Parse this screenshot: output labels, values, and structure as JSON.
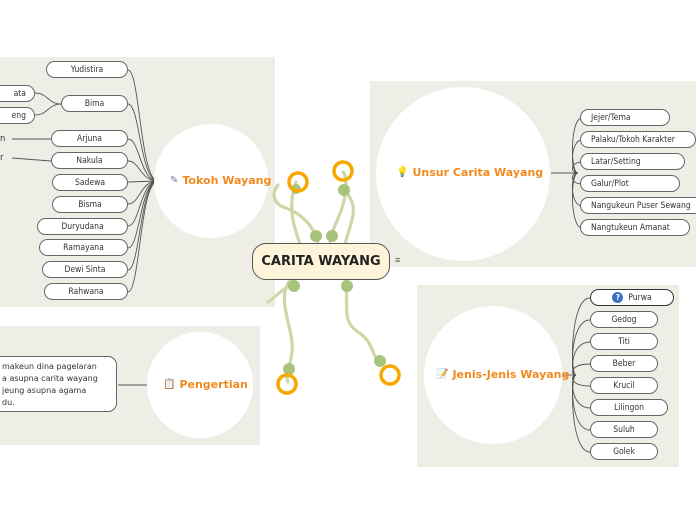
{
  "center": {
    "label": "CARITA WAYANG",
    "menu_icon": "≡"
  },
  "tokoh": {
    "title": "Tokoh Wayang",
    "icon": "document-pencil-icon",
    "items": [
      "Yudistira",
      "Bima",
      "Arjuna",
      "Nakula",
      "Sadewa",
      "Bisma",
      "Duryudana",
      "Ramayana",
      "Dewi Sinta",
      "Rahwana"
    ],
    "sub_bima": [
      "ata",
      "eng"
    ],
    "sub_arjuna": "n",
    "sub_nakula": "r"
  },
  "unsur": {
    "title": "Unsur Carita Wayang",
    "icon": "lightbulb-icon",
    "items": [
      "Jejer/Tema",
      "Palaku/Tokoh Karakter",
      "Latar/Setting",
      "Galur/Plot",
      "Nangukeun Puser Sewang",
      "Nangtukeun Amanat"
    ]
  },
  "jenis": {
    "title": "Jenis-Jenis Wayang",
    "icon": "memo-icon",
    "items": [
      "Purwa",
      "Gedog",
      "Titi",
      "Beber",
      "Krucil",
      "Lilingon",
      "Suluh",
      "Golek"
    ]
  },
  "pengertian": {
    "title": "Pengertian",
    "icon": "clipboard-icon",
    "text_lines": [
      "makeun dina pagelaran",
      "a asupna carita wayang",
      "jeung asupna agama",
      "du."
    ]
  },
  "colors": {
    "accent": "#f08a1d",
    "panel": "#efeee6",
    "branch": "#cfd7a8",
    "ring": "#f6a800",
    "center_fill": "#fdf4d9"
  }
}
